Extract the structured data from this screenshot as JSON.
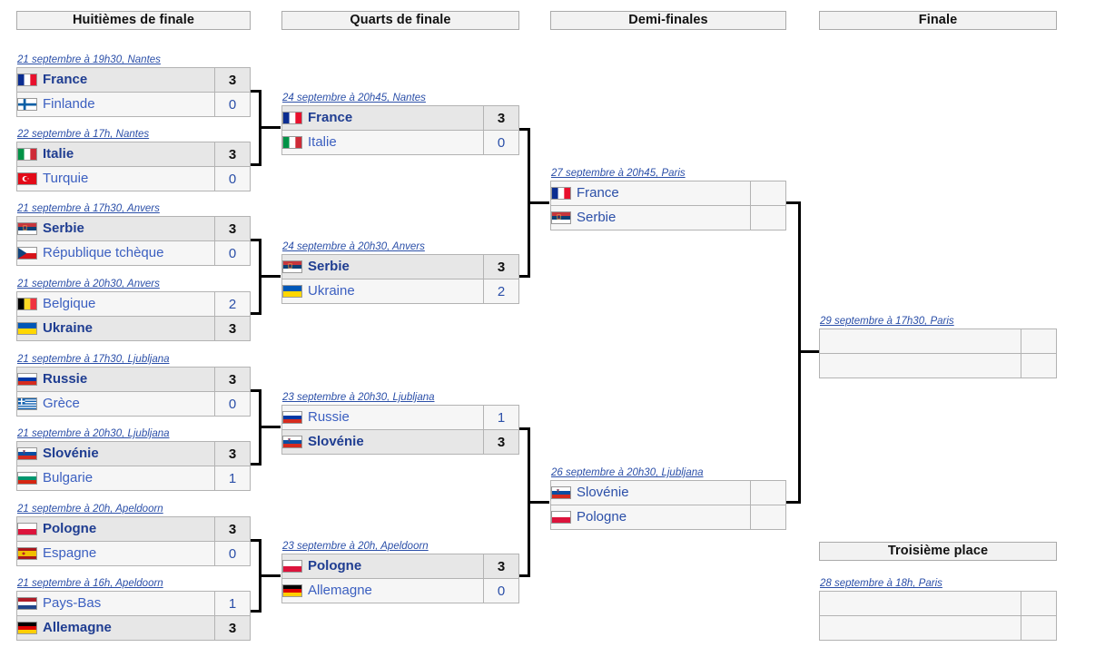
{
  "headers": {
    "r16": "Huitièmes de finale",
    "qf": "Quarts de finale",
    "sf": "Demi-finales",
    "final": "Finale",
    "third": "Troisième place"
  },
  "rounds": {
    "round_of_16": [
      {
        "date": "21 septembre à 19h30, Nantes",
        "teams": [
          {
            "name": "France",
            "flag": "fr",
            "score": "3",
            "result": "winner"
          },
          {
            "name": "Finlande",
            "flag": "fi",
            "score": "0",
            "result": "loser"
          }
        ]
      },
      {
        "date": "22 septembre à 17h, Nantes",
        "teams": [
          {
            "name": "Italie",
            "flag": "it",
            "score": "3",
            "result": "winner"
          },
          {
            "name": "Turquie",
            "flag": "tr",
            "score": "0",
            "result": "loser"
          }
        ]
      },
      {
        "date": "21 septembre à 17h30, Anvers",
        "teams": [
          {
            "name": "Serbie",
            "flag": "rs",
            "score": "3",
            "result": "winner"
          },
          {
            "name": "République tchèque",
            "flag": "cz",
            "score": "0",
            "result": "loser"
          }
        ]
      },
      {
        "date": "21 septembre à 20h30, Anvers",
        "teams": [
          {
            "name": "Belgique",
            "flag": "be",
            "score": "2",
            "result": "loser"
          },
          {
            "name": "Ukraine",
            "flag": "ua",
            "score": "3",
            "result": "winner"
          }
        ]
      },
      {
        "date": "21 septembre à 17h30, Ljubljana",
        "teams": [
          {
            "name": "Russie",
            "flag": "ru",
            "score": "3",
            "result": "winner"
          },
          {
            "name": "Grèce",
            "flag": "gr",
            "score": "0",
            "result": "loser"
          }
        ]
      },
      {
        "date": "21 septembre à 20h30, Ljubljana",
        "teams": [
          {
            "name": "Slovénie",
            "flag": "si",
            "score": "3",
            "result": "winner"
          },
          {
            "name": "Bulgarie",
            "flag": "bg",
            "score": "1",
            "result": "loser"
          }
        ]
      },
      {
        "date": "21 septembre à 20h, Apeldoorn",
        "teams": [
          {
            "name": "Pologne",
            "flag": "pl",
            "score": "3",
            "result": "winner"
          },
          {
            "name": "Espagne",
            "flag": "es",
            "score": "0",
            "result": "loser"
          }
        ]
      },
      {
        "date": "21 septembre à 16h, Apeldoorn",
        "teams": [
          {
            "name": "Pays-Bas",
            "flag": "nl",
            "score": "1",
            "result": "loser"
          },
          {
            "name": "Allemagne",
            "flag": "de",
            "score": "3",
            "result": "winner"
          }
        ]
      }
    ],
    "quarter_finals": [
      {
        "date": "24 septembre à 20h45, Nantes",
        "teams": [
          {
            "name": "France",
            "flag": "fr",
            "score": "3",
            "result": "winner"
          },
          {
            "name": "Italie",
            "flag": "it",
            "score": "0",
            "result": "loser"
          }
        ]
      },
      {
        "date": "24 septembre à 20h30, Anvers",
        "teams": [
          {
            "name": "Serbie",
            "flag": "rs",
            "score": "3",
            "result": "winner"
          },
          {
            "name": "Ukraine",
            "flag": "ua",
            "score": "2",
            "result": "loser"
          }
        ]
      },
      {
        "date": "23 septembre à 20h30, Ljubljana",
        "teams": [
          {
            "name": "Russie",
            "flag": "ru",
            "score": "1",
            "result": "loser"
          },
          {
            "name": "Slovénie",
            "flag": "si",
            "score": "3",
            "result": "winner"
          }
        ]
      },
      {
        "date": "23 septembre à 20h, Apeldoorn",
        "teams": [
          {
            "name": "Pologne",
            "flag": "pl",
            "score": "3",
            "result": "winner"
          },
          {
            "name": "Allemagne",
            "flag": "de",
            "score": "0",
            "result": "loser"
          }
        ]
      }
    ],
    "semi_finals": [
      {
        "date": "27 septembre à 20h45, Paris",
        "teams": [
          {
            "name": "France",
            "flag": "fr",
            "score": "",
            "result": "tbd"
          },
          {
            "name": "Serbie",
            "flag": "rs",
            "score": "",
            "result": "tbd"
          }
        ]
      },
      {
        "date": "26 septembre à 20h30, Ljubljana",
        "teams": [
          {
            "name": "Slovénie",
            "flag": "si",
            "score": "",
            "result": "tbd"
          },
          {
            "name": "Pologne",
            "flag": "pl",
            "score": "",
            "result": "tbd"
          }
        ]
      }
    ],
    "final": [
      {
        "date": "29 septembre à 17h30, Paris",
        "teams": [
          {
            "name": "",
            "flag": "none",
            "score": "",
            "result": "tbd"
          },
          {
            "name": "",
            "flag": "none",
            "score": "",
            "result": "tbd"
          }
        ]
      }
    ],
    "third_place": [
      {
        "date": "28 septembre à 18h, Paris",
        "teams": [
          {
            "name": "",
            "flag": "none",
            "score": "",
            "result": "tbd"
          },
          {
            "name": "",
            "flag": "none",
            "score": "",
            "result": "tbd"
          }
        ]
      }
    ]
  },
  "colors": {
    "link": "#2b4fa8",
    "winner_row": "#e7e7e7",
    "loser_row": "#f6f6f6",
    "header_bg": "#f2f2f2",
    "border": "#b3b3b3",
    "connector": "#000000"
  }
}
